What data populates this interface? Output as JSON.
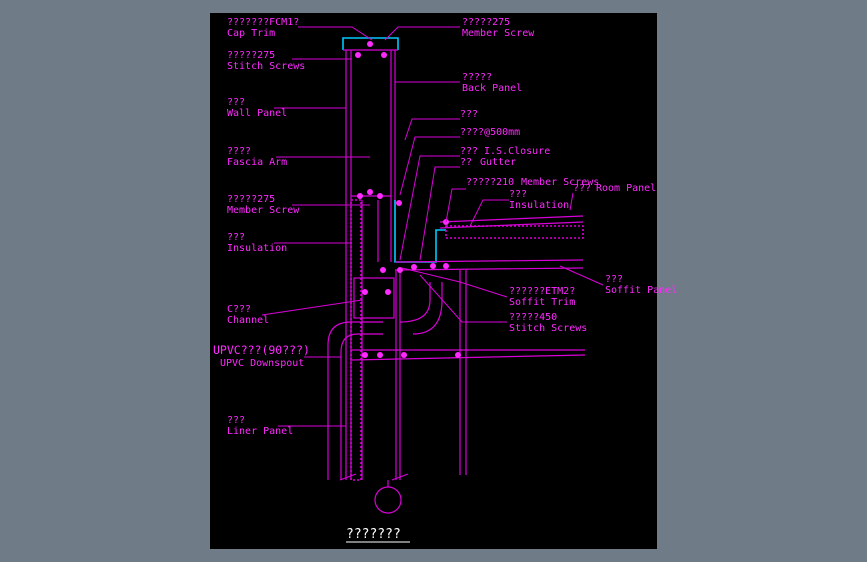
{
  "colors": {
    "background": "#6f7b87",
    "sheet": "#000000",
    "line": "#d800d8",
    "label": "#ff2aff",
    "accent_cyan": "#00c8ff",
    "accent_blue": "#1a3cff",
    "title": "#ffffff"
  },
  "drawing": {
    "title": "???????",
    "labels_left": [
      {
        "cn": "???????FCM1?",
        "en": "Cap Trim"
      },
      {
        "cn": "?????275",
        "en": "Stitch Screws"
      },
      {
        "cn": "???",
        "en": "Wall Panel"
      },
      {
        "cn": "????",
        "en": "Fascia Arm"
      },
      {
        "cn": "?????275",
        "en": "Member Screw"
      },
      {
        "cn": "???",
        "en": "Insulation"
      },
      {
        "cn": "C???",
        "en": "Channel"
      },
      {
        "cn": "UPVC???(90???)",
        "en": "UPVC Downspout"
      },
      {
        "cn": "???",
        "en": "Liner Panel"
      }
    ],
    "labels_right": [
      {
        "cn": "?????275",
        "en": "Member Screw"
      },
      {
        "cn": "?????",
        "en": "Back Panel"
      },
      {
        "cn": "???",
        "en": ""
      },
      {
        "cn": "????@500mm",
        "en": ""
      },
      {
        "cn": "???",
        "en": "I.S.Closure"
      },
      {
        "cn": "??",
        "en": "Gutter"
      },
      {
        "cn": "?????210",
        "en": "Member Screws"
      },
      {
        "cn": "???",
        "en": "Insulation"
      },
      {
        "cn": "???",
        "en": "Room Panel"
      },
      {
        "cn": "???",
        "en": "Soffit Panel"
      },
      {
        "cn": "??????ETM2?",
        "en": "Soffit Trim"
      },
      {
        "cn": "?????450",
        "en": "Stitch Screws"
      }
    ]
  }
}
